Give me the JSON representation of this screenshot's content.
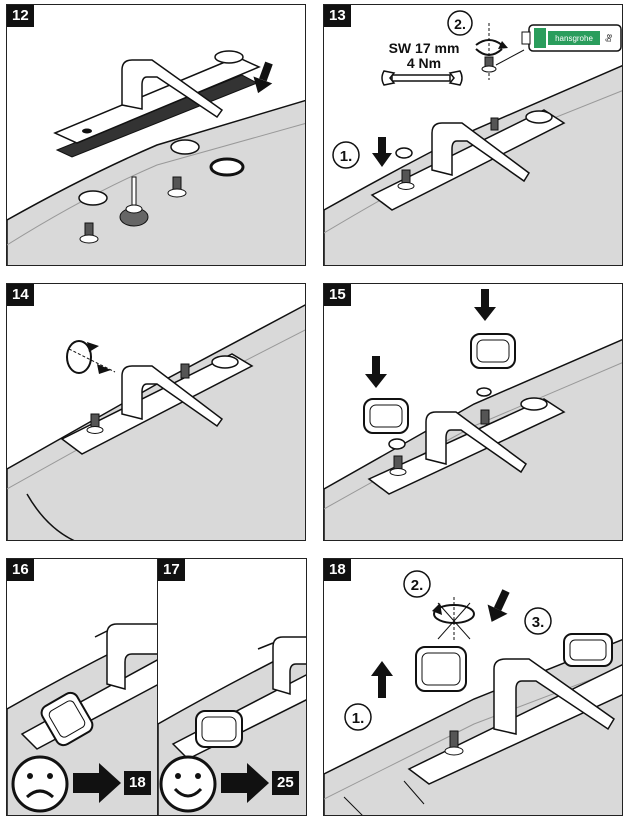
{
  "steps": {
    "s12": {
      "number": "12"
    },
    "s13": {
      "number": "13",
      "wrench_size": "SW 17 mm",
      "torque": "4 Nm",
      "tube_brand": "hansgrohe",
      "tube_amount": "8g",
      "step1": "1.",
      "step2": "2."
    },
    "s14": {
      "number": "14"
    },
    "s15": {
      "number": "15"
    },
    "s16": {
      "number": "16",
      "goto": "18"
    },
    "s17": {
      "number": "17",
      "goto": "25"
    },
    "s18": {
      "number": "18",
      "step1": "1.",
      "step2": "2.",
      "step3": "3."
    }
  },
  "colors": {
    "line": "#111111",
    "surface": "#d9d9d9",
    "surface_dark": "#bfbfbf",
    "arrow": "#111111"
  }
}
